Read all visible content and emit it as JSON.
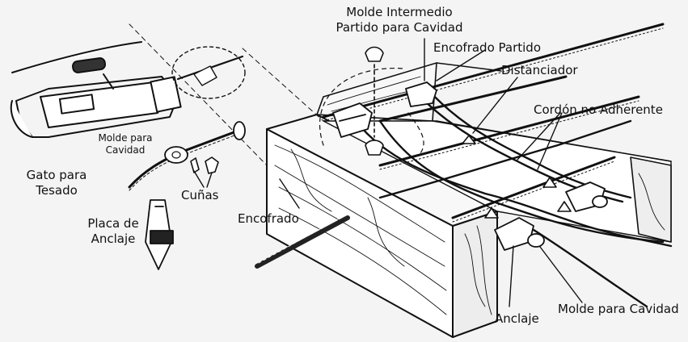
{
  "labels": {
    "molde_intermedio_1": "Molde Intermedio",
    "molde_intermedio_2": "Partido para Cavidad",
    "encofrado_partido": "Encofrado Partido",
    "distanciador": "Distanciador",
    "cordon": "Cordón no Adherente",
    "molde_cavidad_small_1": "Molde para",
    "molde_cavidad_small_2": "Cavidad",
    "gato_1": "Gato para",
    "gato_2": "Tesado",
    "cunas": "Cuñas",
    "placa_1": "Placa de",
    "placa_2": "Anclaje",
    "encofrado": "Encofrado",
    "anclaje": "Anclaje",
    "molde_cavidad": "Molde para Cavidad"
  }
}
